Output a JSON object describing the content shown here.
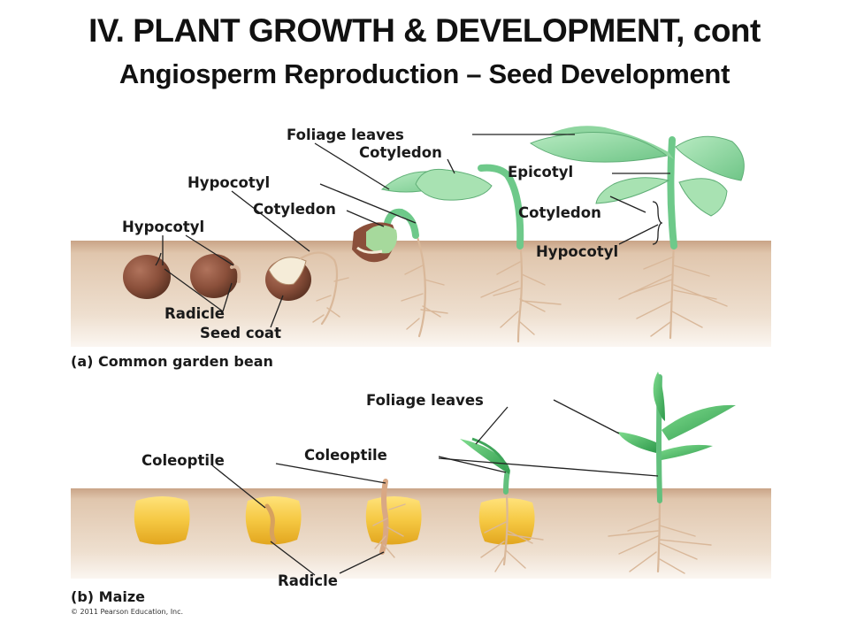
{
  "title": "IV.  PLANT GROWTH & DEVELOPMENT, cont",
  "subtitle": "Angiosperm Reproduction – Seed Development",
  "bean": {
    "caption": "(a) Common garden bean",
    "labels": {
      "foliage_leaves": "Foliage leaves",
      "cotyledon_top": "Cotyledon",
      "epicotyl": "Epicotyl",
      "hypocotyl_mid": "Hypocotyl",
      "cotyledon_mid": "Cotyledon",
      "hypocotyl_left": "Hypocotyl",
      "cotyledon_right": "Cotyledon",
      "hypocotyl_right": "Hypocotyl",
      "radicle": "Radicle",
      "seed_coat": "Seed coat"
    }
  },
  "maize": {
    "caption": "(b) Maize",
    "labels": {
      "foliage_leaves": "Foliage leaves",
      "coleoptile_left": "Coleoptile",
      "coleoptile_right": "Coleoptile",
      "radicle": "Radicle"
    }
  },
  "copyright": "© 2011 Pearson Education, Inc.",
  "colors": {
    "soil": "#e6cfb8",
    "soil_top": "#caa88c",
    "bean_seed": "#8a4f3a",
    "leaf": "#86d49a",
    "stem": "#6ec98a",
    "root": "#d9b89a",
    "kernel": "#f5c842"
  }
}
